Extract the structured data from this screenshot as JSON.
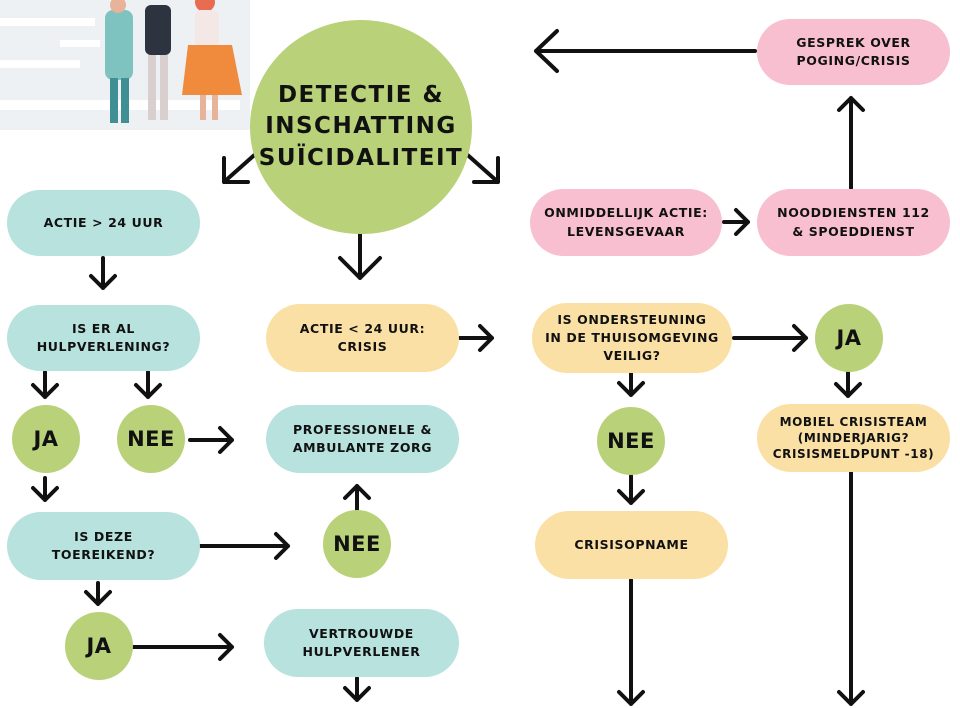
{
  "center": "DETECTIE &\nINSCHATTING\nSUÏCIDALITEIT",
  "left": {
    "actie_24": "ACTIE > 24 UUR",
    "hulpverlening": "IS ER AL\nHULPVERLENING?",
    "ja1": "JA",
    "nee1": "NEE",
    "toereikend": "IS DEZE\nTOEREIKEND?",
    "ja2": "JA"
  },
  "middle": {
    "crisis": "ACTIE < 24 UUR:\nCRISIS",
    "professionele": "PROFESSIONELE &\nAMBULANTE ZORG",
    "nee": "NEE",
    "vertrouwde": "VERTROUWDE\nHULPVERLENER"
  },
  "right": {
    "gesprek": "GESPREK OVER\nPOGING/CRISIS",
    "onmiddellijk": "ONMIDDELLIJK ACTIE:\nLEVENSGEVAAR",
    "nooddiensten": "NOODDIENSTEN 112\n& SPOEDDIENST",
    "ondersteuning": "IS ONDERSTEUNING\nIN DE THUISOMGEVING\nVEILIG?",
    "ja": "JA",
    "nee": "NEE",
    "mobiel": "MOBIEL CRISISTEAM\n(MINDERJARIG?\nCRISISMELDPUNT -18)",
    "crisisopname": "CRISISOPNAME"
  },
  "colors": {
    "teal": "#b7e2dd",
    "yellow": "#fbe0a6",
    "pink": "#f8bfd0",
    "green": "#b9d279",
    "arrow": "#111111"
  }
}
